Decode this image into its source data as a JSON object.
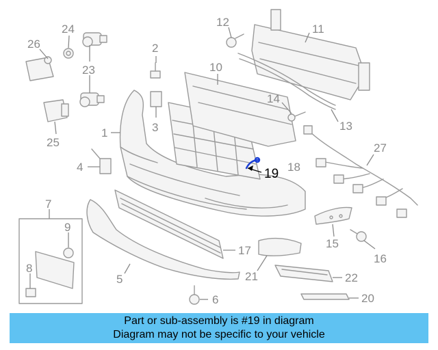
{
  "callouts": {
    "c1": "1",
    "c2": "2",
    "c3": "3",
    "c4": "4",
    "c5": "5",
    "c6": "6",
    "c7": "7",
    "c8": "8",
    "c9": "9",
    "c10": "10",
    "c11": "11",
    "c12": "12",
    "c13": "13",
    "c14": "14",
    "c15": "15",
    "c16": "16",
    "c17": "17",
    "c18": "18",
    "c19": "19",
    "c20": "20",
    "c21": "21",
    "c22": "22",
    "c23": "23",
    "c24": "24",
    "c25": "25",
    "c26": "26",
    "c27": "27"
  },
  "highlight_color": "#1a3fd6",
  "banner": {
    "line1": "Part or sub-assembly is #19 in diagram",
    "line2": "Diagram may not be specific to your vehicle",
    "color": "#5fc2f2"
  }
}
